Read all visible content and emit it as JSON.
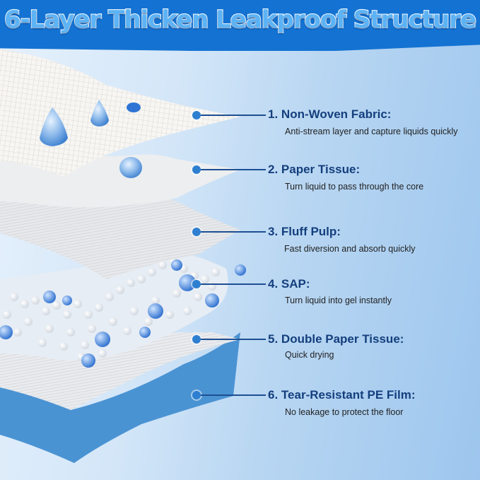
{
  "header": {
    "title": "6-Layer Thicken Leakproof Structure",
    "background_color": "#1473d2",
    "title_color": "#5cb3f5"
  },
  "layers": [
    {
      "number": "1.",
      "name": "Non-Woven Fabric:",
      "description": "Anti-stream layer and capture liquids quickly"
    },
    {
      "number": "2.",
      "name": "Paper Tissue:",
      "description": "Turn liquid to pass through the core"
    },
    {
      "number": "3.",
      "name": "Fluff Pulp:",
      "description": "Fast diversion and absorb quickly"
    },
    {
      "number": "4.",
      "name": "SAP:",
      "description": "Turn liquid into gel instantly"
    },
    {
      "number": "5.",
      "name": "Double Paper Tissue:",
      "description": "Quick drying"
    },
    {
      "number": "6.",
      "name": "Tear-Resistant PE Film:",
      "description": "No leakage to protect the floor"
    }
  ],
  "colors": {
    "callout_title": "#143f7d",
    "callout_dot": "#2e7fd0",
    "pe_film": "#4a93d3"
  }
}
